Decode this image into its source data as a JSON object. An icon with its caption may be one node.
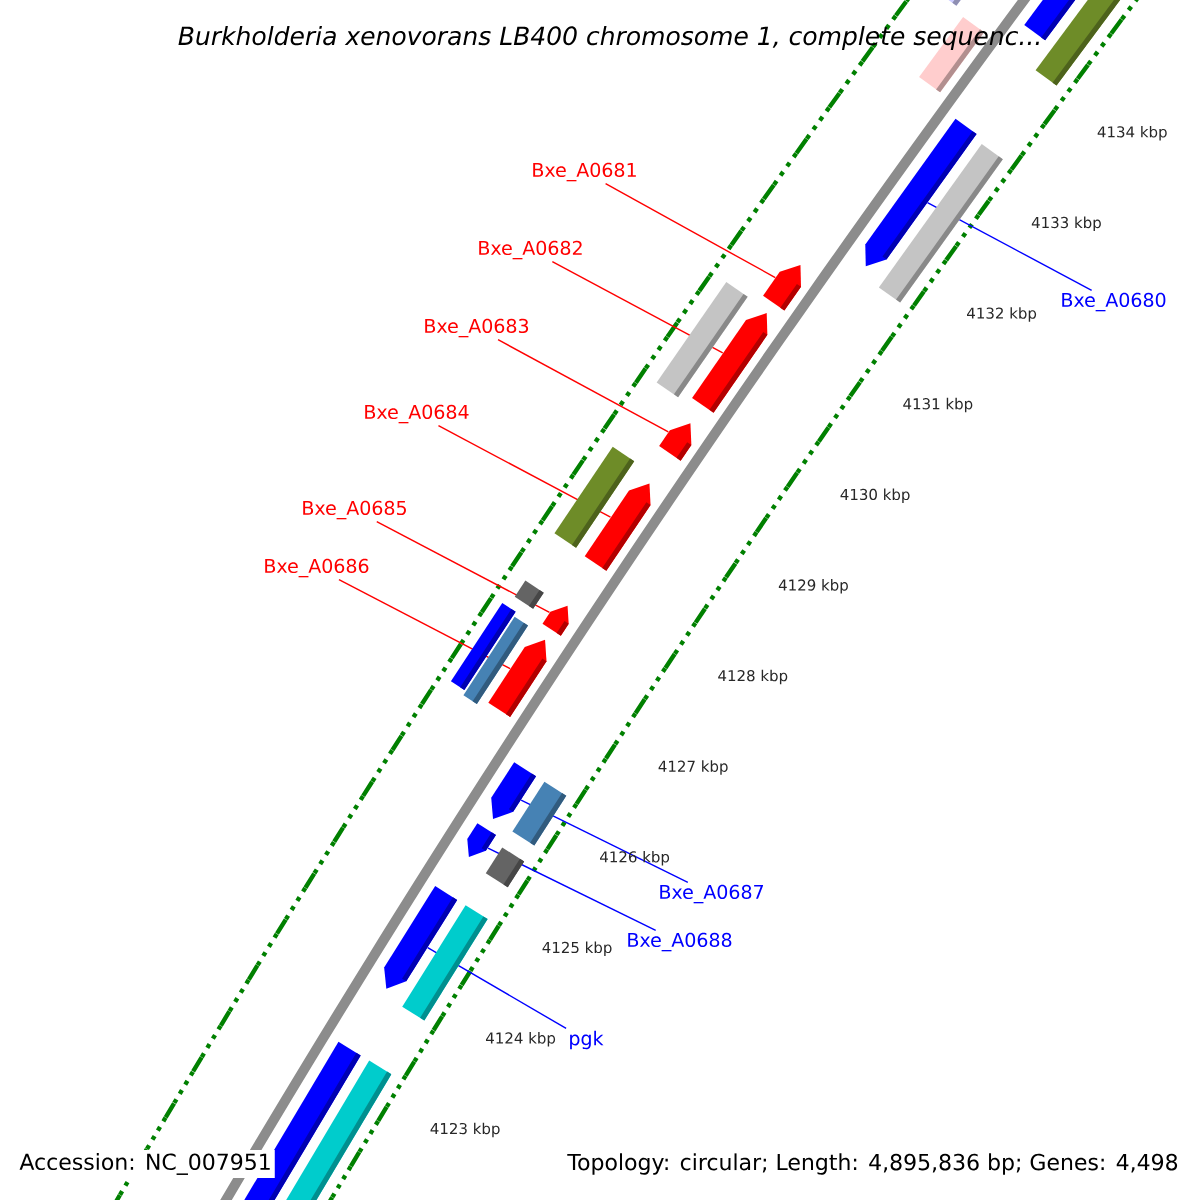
{
  "diagram": {
    "title": "Burkholderia xenovorans LB400 chromosome 1, complete sequenc...",
    "nodes": [
      {
        "text": [
          "Bxe_A0681"
        ]
      },
      {
        "text": [
          "Bxe_A0682"
        ]
      },
      {
        "text": [
          "Bxe_A0683"
        ]
      },
      {
        "text": [
          "Bxe_A0684"
        ]
      },
      {
        "text": [
          "Bxe_A0685"
        ]
      },
      {
        "text": [
          "Bxe_A0686"
        ]
      },
      {
        "text": [
          "Bxe_A0680"
        ]
      },
      {
        "text": [
          "Bxe_A0687"
        ]
      },
      {
        "text": [
          "Bxe_A0688"
        ]
      },
      {
        "text": [
          "pgk"
        ]
      },
      {
        "text": [],
        "shape": "bar"
      },
      {
        "text": [],
        "shape": "bar"
      },
      {
        "text": [],
        "shape": "bar"
      },
      {
        "text": [],
        "shape": "bar"
      },
      {
        "text": [],
        "shape": "bar"
      },
      {
        "text": [],
        "shape": "bar"
      },
      {
        "text": [],
        "shape": "bar"
      },
      {
        "text": [],
        "shape": "bar"
      },
      {
        "text": [],
        "shape": "bar"
      },
      {
        "text": [],
        "shape": "bar"
      }
    ],
    "edges": [
      {
        "from": 0,
        "to": 10,
        "arrow": "none"
      },
      {
        "from": 1,
        "to": 11,
        "arrow": "none"
      },
      {
        "from": 2,
        "to": 12,
        "arrow": "none"
      },
      {
        "from": 3,
        "to": 13,
        "arrow": "none"
      },
      {
        "from": 4,
        "to": 14,
        "arrow": "none"
      },
      {
        "from": 5,
        "to": 15,
        "arrow": "none"
      },
      {
        "from": 6,
        "to": 16,
        "arrow": "none",
        "color": "#0000ff"
      },
      {
        "from": 7,
        "to": 17,
        "arrow": "none",
        "color": "#0000ff"
      },
      {
        "from": 8,
        "to": 18,
        "arrow": "none",
        "color": "#0000ff"
      },
      {
        "from": 9,
        "to": 19,
        "arrow": "none",
        "color": "#0000ff"
      }
    ],
    "labels": [
      "4134 kbp",
      "4133 kbp",
      "4132 kbp",
      "4131 kbp",
      "4130 kbp",
      "4129 kbp",
      "4128 kbp",
      "4127 kbp",
      "4126 kbp",
      "4125 kbp",
      "4124 kbp",
      "4123 kbp",
      "Accession: NC_007951",
      "Topology: circular; Length: 4,895,836 bp; Genes: 4,498"
    ]
  }
}
